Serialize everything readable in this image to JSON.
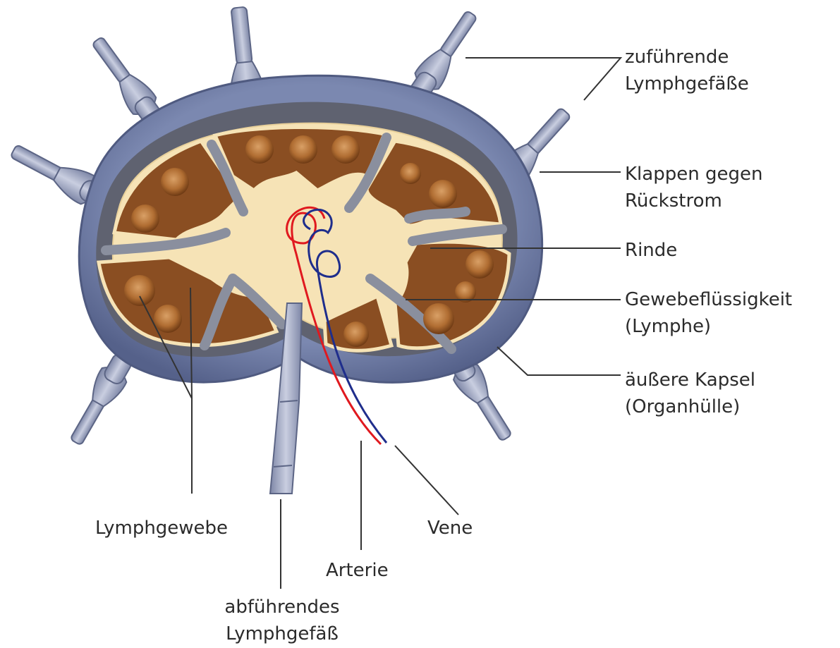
{
  "labels": {
    "afferent": [
      "zuführende",
      "Lymphgefäße"
    ],
    "valves": [
      "Klappen gegen",
      "Rückstrom"
    ],
    "cortex": "Rinde",
    "fluid": [
      "Gewebeflüssigkeit",
      "(Lymphe)"
    ],
    "capsule": [
      "äußere Kapsel",
      "(Organhülle)"
    ],
    "tissue": "Lymphgewebe",
    "vein": "Vene",
    "artery": "Arterie",
    "efferent": [
      "abführendes",
      "Lymphgefäß"
    ]
  },
  "colors": {
    "capsule_outer": "#6f7ea8",
    "capsule_inner": "#5f6270",
    "cortex_brown": "#8a4e22",
    "cream": "#f6e3b6",
    "septa_gray": "#8a8f9e",
    "vessel_blue": "#a7aec8",
    "artery_red": "#e0191f",
    "vein_blue": "#1f2e8c",
    "leader_line": "#333333"
  }
}
